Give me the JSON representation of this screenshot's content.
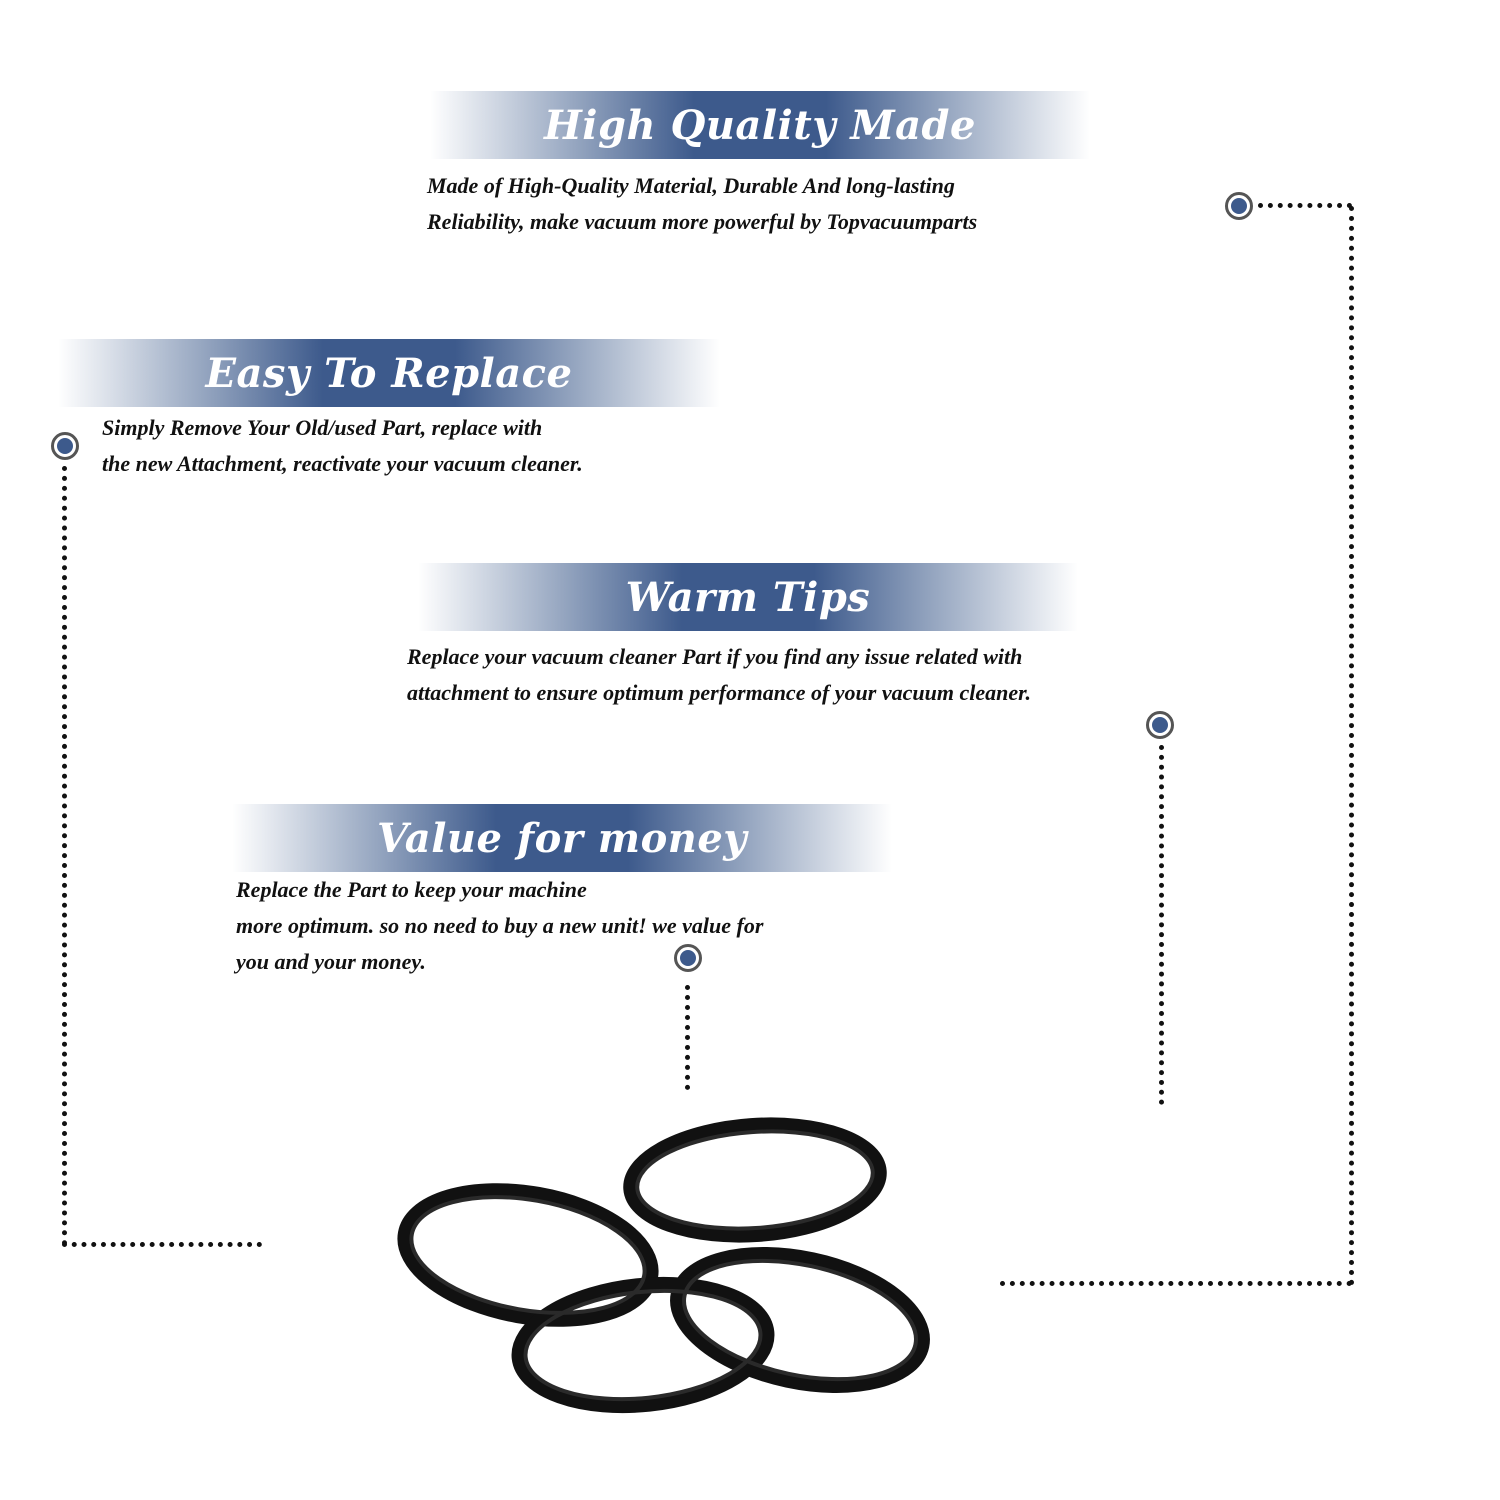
{
  "features": [
    {
      "title": "High Quality Made",
      "description": "Made of  High-Quality Material, Durable And long-lasting\nReliability, make vacuum more powerful by Topvacuumparts"
    },
    {
      "title": "Easy To Replace",
      "description": "Simply Remove Your Old/used Part, replace with\nthe new Attachment, reactivate your vacuum cleaner."
    },
    {
      "title": "Warm Tips",
      "description": "Replace your vacuum cleaner Part if you find any issue related with\n attachment to ensure optimum performance of your vacuum cleaner."
    },
    {
      "title": "Value for money",
      "description": "Replace the Part to keep your machine\nmore optimum. so no need to buy a new unit! we value for\nyou and your money."
    }
  ],
  "product": {
    "image": "four-black-vacuum-belts",
    "count": 4
  },
  "colors": {
    "banner": "#3d5a8c",
    "marker": "#3d5a8c",
    "text": "#111111"
  }
}
